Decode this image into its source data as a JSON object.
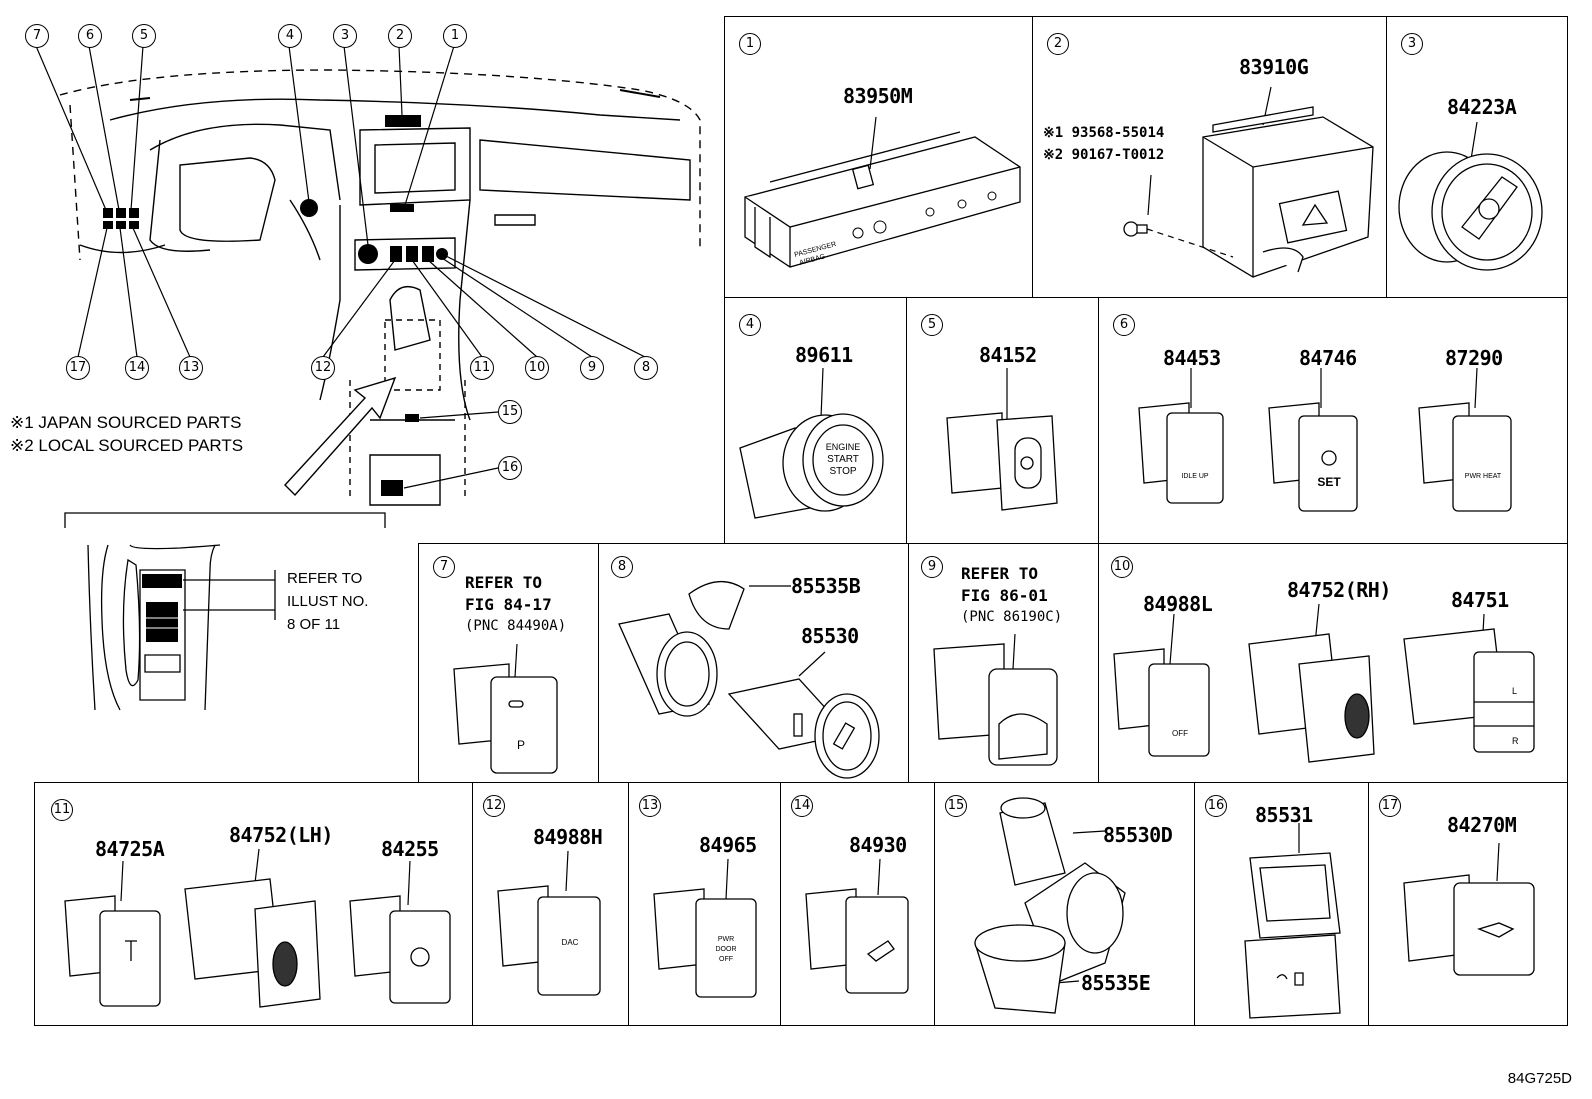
{
  "diagram_code": "84G725D",
  "notes": {
    "japan": "※1 JAPAN SOURCED PARTS",
    "local": "※2 LOCAL SOURCED PARTS"
  },
  "overview_numbers": [
    "1",
    "2",
    "3",
    "4",
    "5",
    "6",
    "7",
    "8",
    "9",
    "10",
    "11",
    "12",
    "13",
    "14",
    "15",
    "16",
    "17"
  ],
  "inset_callout": {
    "line1": "REFER TO",
    "line2": "ILLUST NO.",
    "line3": "8 OF 11"
  },
  "panels": {
    "p1": {
      "number": "1",
      "parts": [
        "83950M"
      ],
      "labels": [
        "PASSENGER",
        "AIRBAG"
      ]
    },
    "p2": {
      "number": "2",
      "parts": [
        "83910G"
      ],
      "sub1": "※1 93568-55014",
      "sub2": "※2 90167-T0012"
    },
    "p3": {
      "number": "3",
      "parts": [
        "84223A"
      ]
    },
    "p4": {
      "number": "4",
      "parts": [
        "89611"
      ],
      "labels": [
        "ENGINE",
        "START",
        "STOP"
      ]
    },
    "p5": {
      "number": "5",
      "parts": [
        "84152"
      ]
    },
    "p6": {
      "number": "6",
      "parts": [
        "84453",
        "84746",
        "87290"
      ],
      "labels": [
        "IDLE UP",
        "SET",
        "PWR HEAT"
      ]
    },
    "p7": {
      "number": "7",
      "ref1": "REFER TO",
      "ref2": "FIG 84-17",
      "ref3": "(PNC 84490A)"
    },
    "p8": {
      "number": "8",
      "parts": [
        "85535B",
        "85530"
      ]
    },
    "p9": {
      "number": "9",
      "ref1": "REFER TO",
      "ref2": "FIG 86-01",
      "ref3": "(PNC 86190C)"
    },
    "p10": {
      "number": "10",
      "parts": [
        "84988L",
        "84752(RH)",
        "84751"
      ],
      "labels": [
        "OFF"
      ]
    },
    "p11": {
      "number": "11",
      "parts": [
        "84725A",
        "84752(LH)",
        "84255"
      ]
    },
    "p12": {
      "number": "12",
      "parts": [
        "84988H"
      ],
      "labels": [
        "DAC"
      ]
    },
    "p13": {
      "number": "13",
      "parts": [
        "84965"
      ],
      "labels": [
        "PWR",
        "DOOR",
        "OFF"
      ]
    },
    "p14": {
      "number": "14",
      "parts": [
        "84930"
      ]
    },
    "p15": {
      "number": "15",
      "parts": [
        "85530D",
        "85535E"
      ]
    },
    "p16": {
      "number": "16",
      "parts": [
        "85531"
      ]
    },
    "p17": {
      "number": "17",
      "parts": [
        "84270M"
      ]
    }
  }
}
